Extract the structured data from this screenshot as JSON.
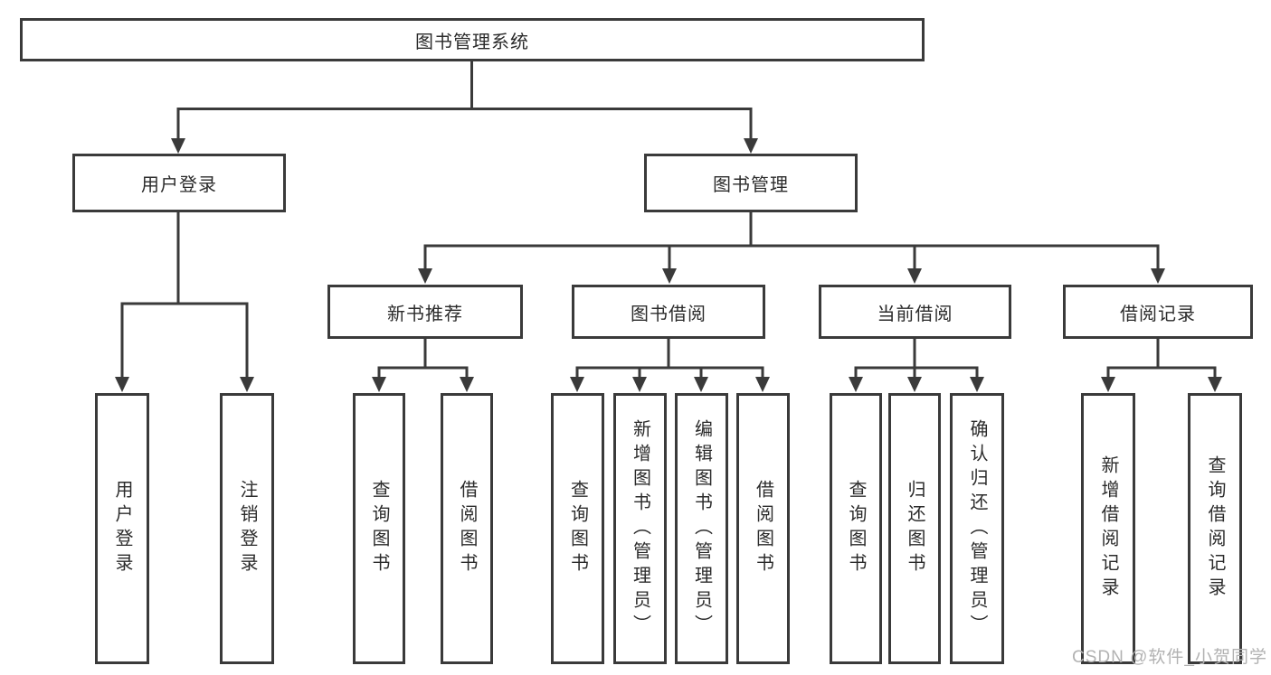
{
  "diagram": {
    "root_label": "图书管理系统",
    "branches": {
      "user_login": {
        "label": "用户登录",
        "children": {
          "login": "用户登录",
          "logout": "注销登录"
        }
      },
      "book_mgmt": {
        "label": "图书管理",
        "children": {
          "new_books": {
            "label": "新书推荐",
            "items": {
              "query": "查询图书",
              "borrow": "借阅图书"
            }
          },
          "borrowing": {
            "label": "图书借阅",
            "items": {
              "query": "查询图书",
              "add": "新增图书（管理员）",
              "edit": "编辑图书（管理员）",
              "borrow": "借阅图书"
            }
          },
          "current": {
            "label": "当前借阅",
            "items": {
              "query": "查询图书",
              "return_book": "归还图书",
              "confirm": "确认归还（管理员）"
            }
          },
          "records": {
            "label": "借阅记录",
            "items": {
              "add": "新增借阅记录",
              "query": "查询借阅记录"
            }
          }
        }
      }
    },
    "colors": {
      "line": "#3a3a3a",
      "text": "#2b2b2b",
      "watermark": "#b2b2b2"
    }
  },
  "watermark": "CSDN @软件_小贺同学"
}
